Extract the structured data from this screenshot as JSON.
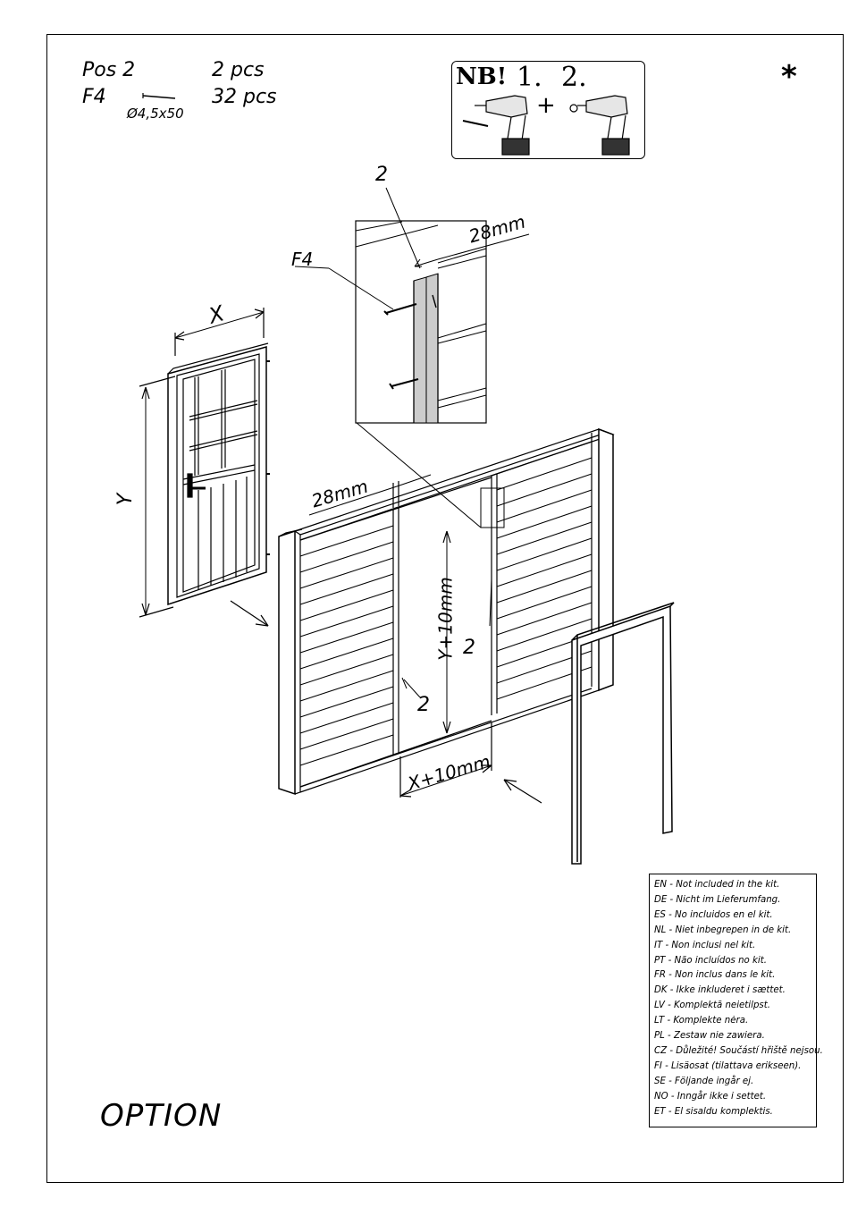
{
  "parts": [
    {
      "label": "Pos 2",
      "qty": "2 pcs"
    },
    {
      "label": "F4",
      "qty": "32 pcs"
    }
  ],
  "screw_size": "Ø4,5x50",
  "nb": {
    "label": "NB!",
    "step1": "1.",
    "step2": "2.",
    "plus": "+"
  },
  "asterisk": "*",
  "labels": {
    "x": "X",
    "y": "Y",
    "mm28_top": "28mm",
    "mm28_left": "28mm",
    "y10": "Y+10mm",
    "x10": "X+10mm",
    "pos2_top": "2",
    "pos2_right": "2",
    "pos2_bottom": "2",
    "f4": "F4"
  },
  "legend": [
    "EN - Not included in the kit.",
    "DE - Nicht im Lieferumfang.",
    "ES - No incluidos en el kit.",
    "NL - Niet inbegrepen in de kit.",
    "IT - Non inclusi nel kit.",
    "PT - Não incluídos no kit.",
    "FR - Non inclus dans le kit.",
    "DK - Ikke inkluderet i sættet.",
    "LV - Komplektā neietilpst.",
    "LT - Komplekte nėra.",
    "PL - Zestaw nie zawiera.",
    "CZ - Důležité! Součástí hřiště nejsou.",
    "FI - Lisäosat (tilattava erikseen).",
    "SE - Följande ingår ej.",
    "NO - Inngår ikke i settet.",
    "ET - El sisaldu komplektis."
  ],
  "option": "OPTION"
}
